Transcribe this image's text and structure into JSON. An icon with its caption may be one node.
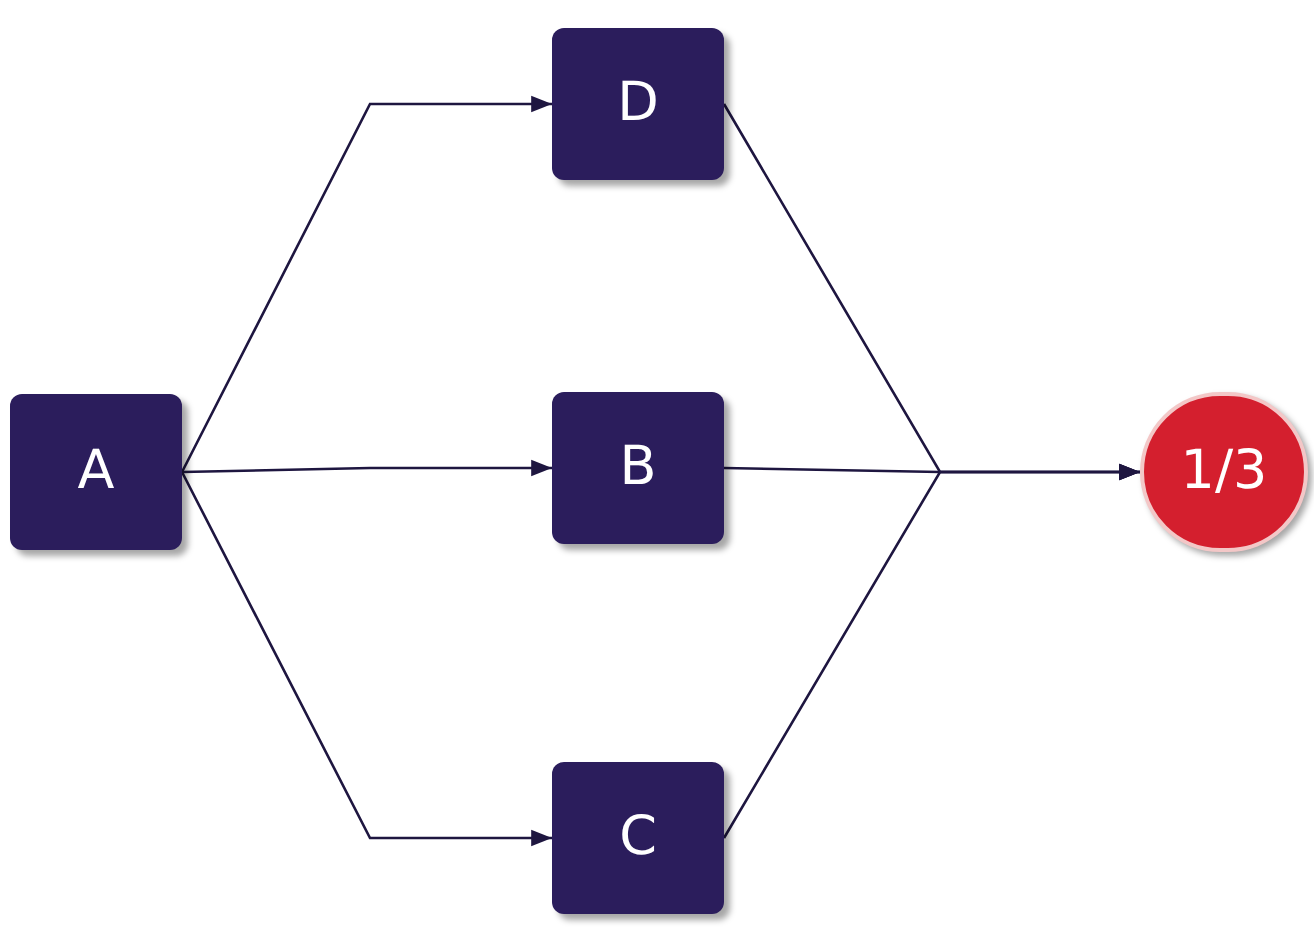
{
  "diagram": {
    "nodes": [
      {
        "text": [
          "A"
        ]
      },
      {
        "text": [
          "D"
        ]
      },
      {
        "text": [
          "B"
        ]
      },
      {
        "text": [
          "C"
        ]
      },
      {
        "text": [
          "1/3"
        ]
      }
    ],
    "edges": [
      {
        "from": 0,
        "to": 1,
        "arrow": "to"
      },
      {
        "from": 0,
        "to": 2,
        "arrow": "to"
      },
      {
        "from": 0,
        "to": 3,
        "arrow": "to"
      },
      {
        "from": 1,
        "to": 4,
        "arrow": "to"
      },
      {
        "from": 2,
        "to": 4,
        "arrow": "to"
      },
      {
        "from": 3,
        "to": 4,
        "arrow": "to"
      }
    ]
  }
}
